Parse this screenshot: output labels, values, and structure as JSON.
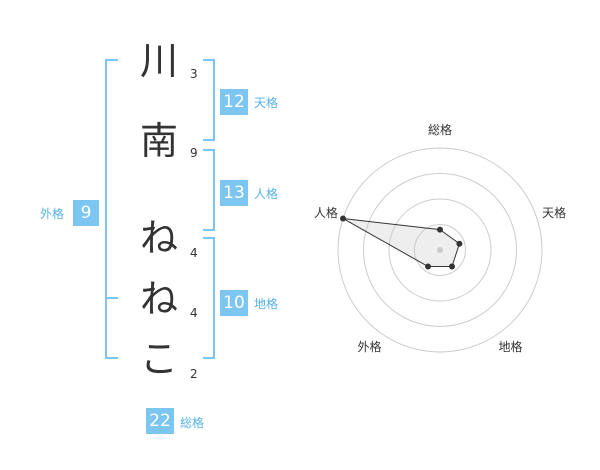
{
  "name": {
    "chars": [
      {
        "char": "川",
        "strokes": "3"
      },
      {
        "char": "南",
        "strokes": "9"
      },
      {
        "char": "ね",
        "strokes": "4"
      },
      {
        "char": "ね",
        "strokes": "4"
      },
      {
        "char": "こ",
        "strokes": "2"
      }
    ]
  },
  "fortune": {
    "tenkaku": {
      "value": "12",
      "label": "天格"
    },
    "jinkaku": {
      "value": "13",
      "label": "人格"
    },
    "chikaku": {
      "value": "10",
      "label": "地格"
    },
    "gaikaku": {
      "value": "9",
      "label": "外格"
    },
    "soukaku": {
      "value": "22",
      "label": "総格"
    }
  },
  "colors": {
    "accent": "#7dc6f2",
    "label": "#56b2e6",
    "text": "#333333"
  },
  "chart_data": {
    "type": "radar",
    "axes": [
      "総格",
      "天格",
      "地格",
      "外格",
      "人格"
    ],
    "values": [
      0.2,
      0.2,
      0.2,
      0.2,
      1.0
    ],
    "rings": 4,
    "grid": true
  }
}
